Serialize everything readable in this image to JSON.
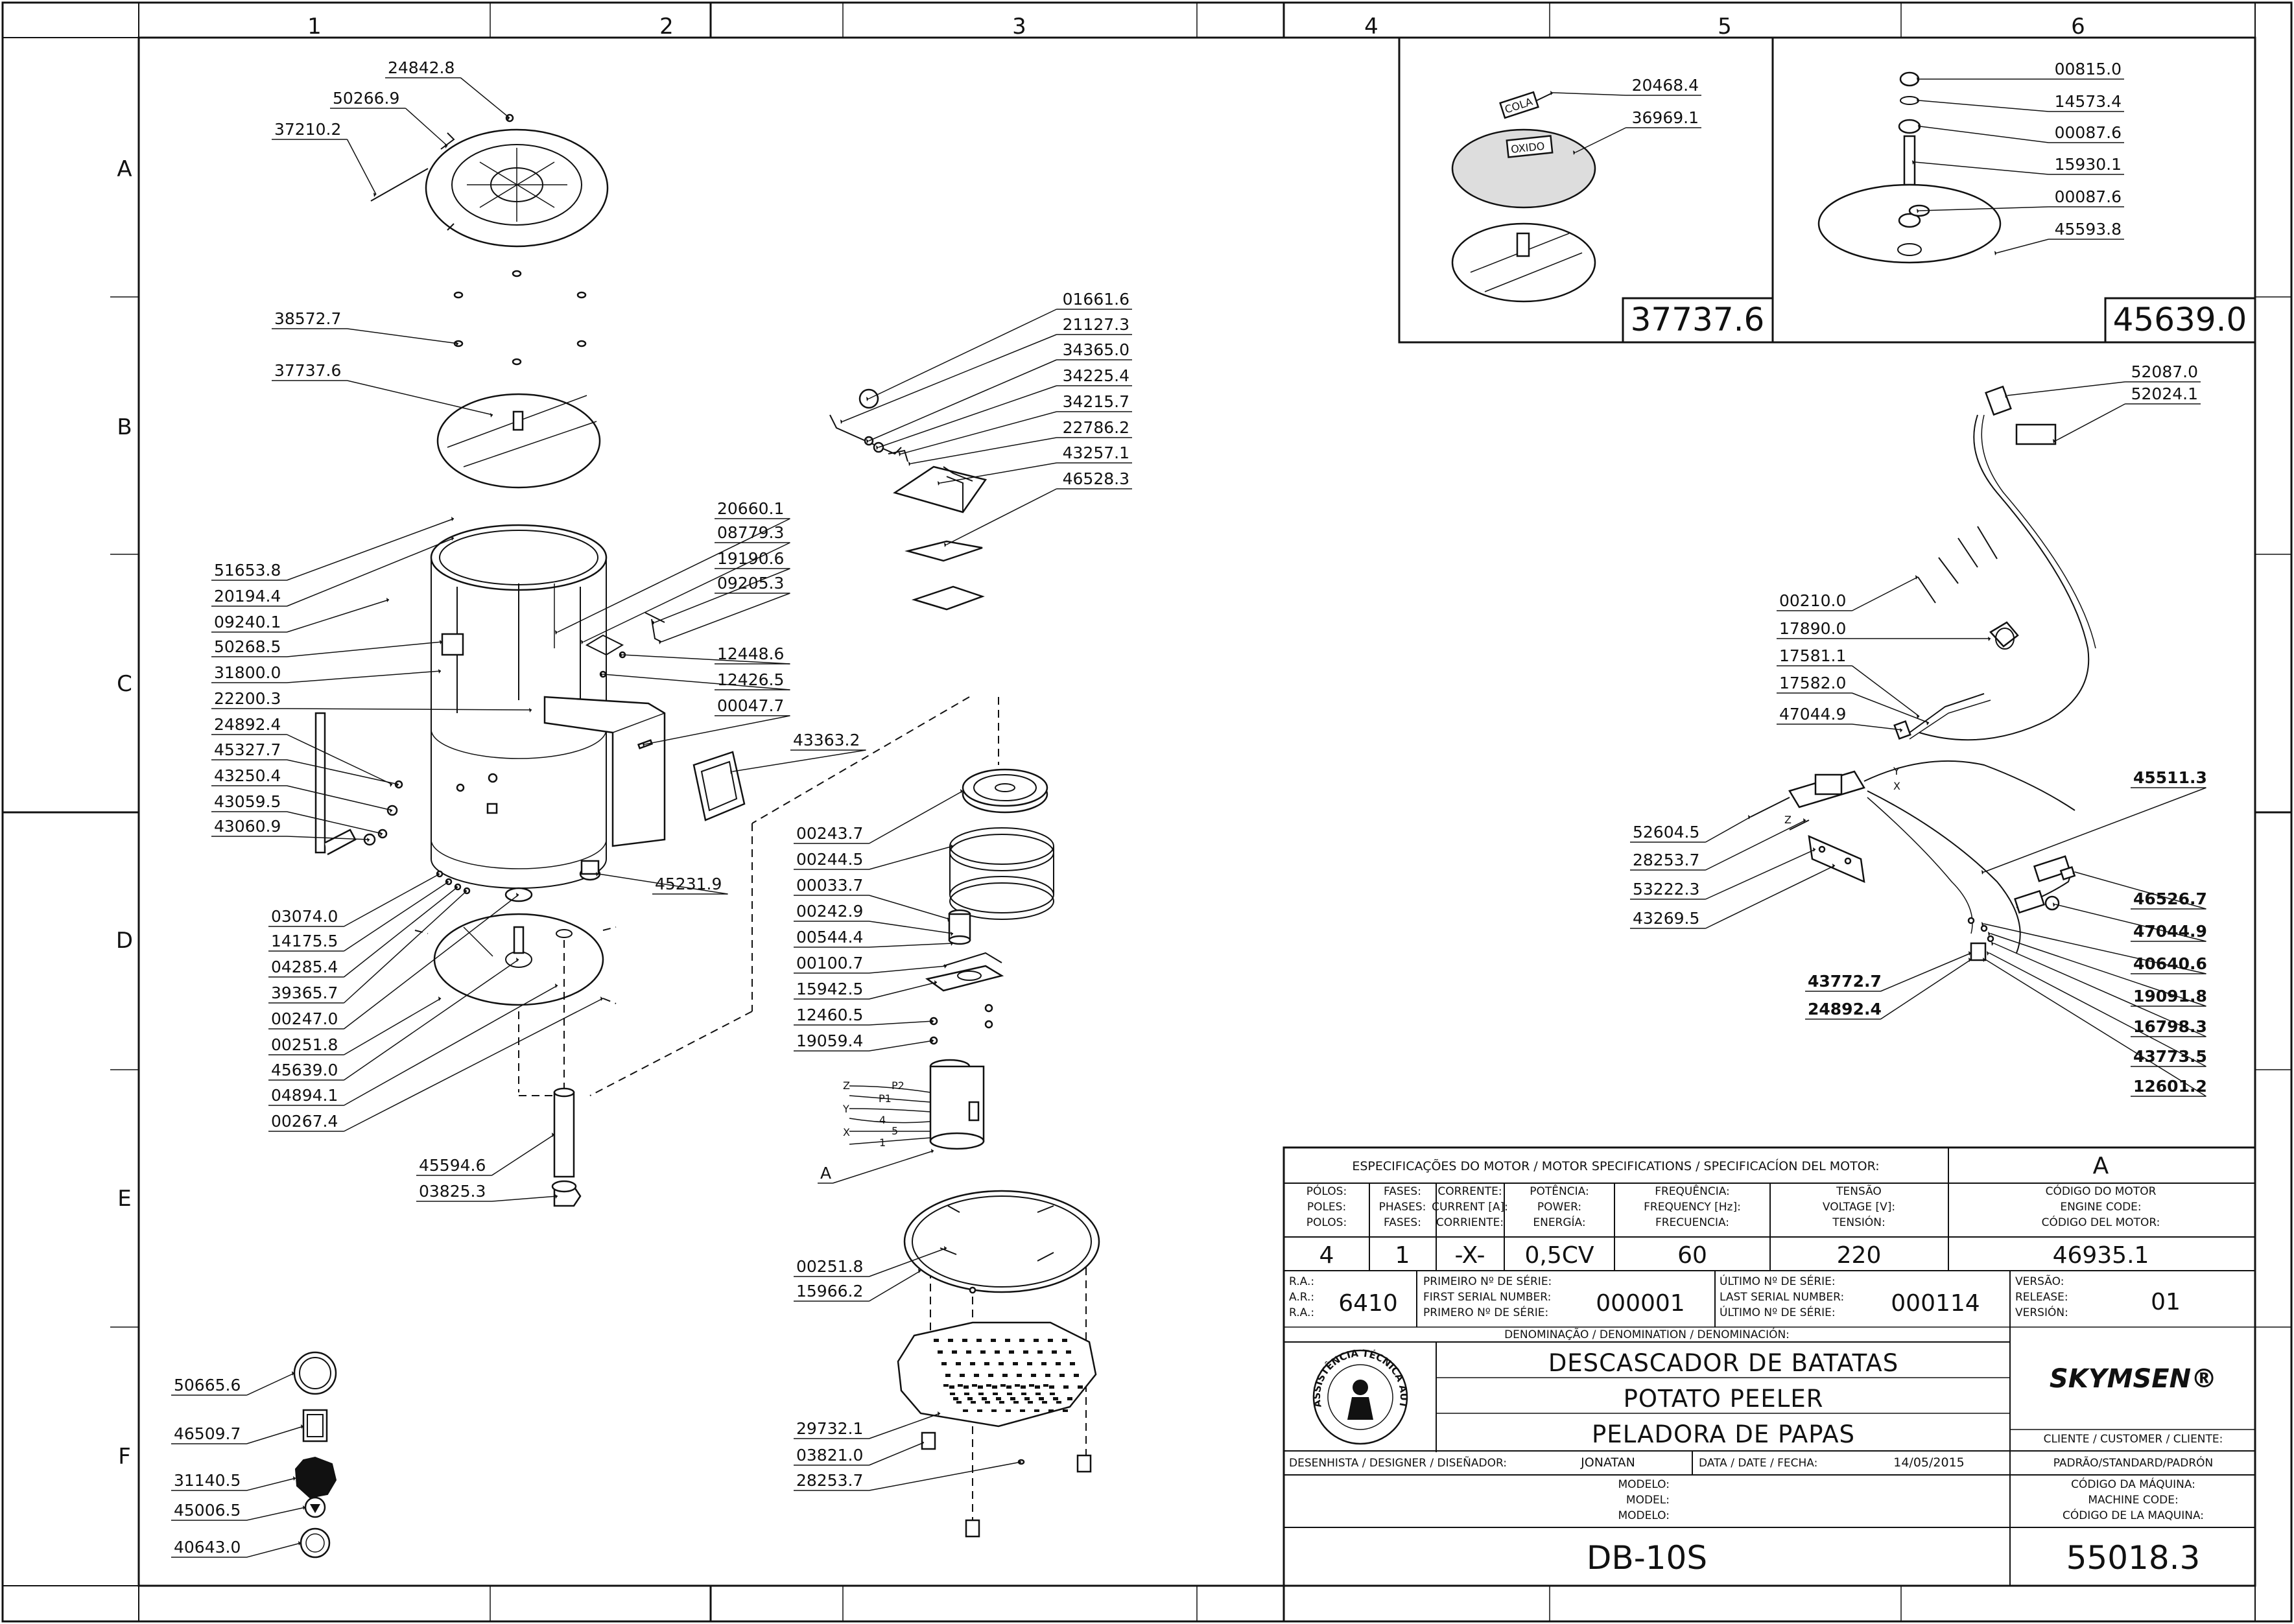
{
  "grid": {
    "columns": [
      "1",
      "2",
      "3",
      "4",
      "5",
      "6"
    ],
    "rows": [
      "A",
      "B",
      "C",
      "D",
      "E",
      "F"
    ]
  },
  "part_labels": [
    "24842.8",
    "50266.9",
    "37210.2",
    "38572.7",
    "37737.6",
    "51653.8",
    "20194.4",
    "09240.1",
    "50268.5",
    "31800.0",
    "22200.3",
    "24892.4",
    "45327.7",
    "43250.4",
    "43059.5",
    "43060.9",
    "20660.1",
    "08779.3",
    "19190.6",
    "09205.3",
    "12448.6",
    "12426.5",
    "00047.7",
    "43363.2",
    "45231.9",
    "03074.0",
    "14175.5",
    "04285.4",
    "39365.7",
    "00247.0",
    "00251.8",
    "45639.0",
    "04894.1",
    "00267.4",
    "45594.6",
    "03825.3",
    "01661.6",
    "21127.3",
    "34365.0",
    "34225.4",
    "34215.7",
    "22786.2",
    "43257.1",
    "46528.3",
    "00243.7",
    "00244.5",
    "00033.7",
    "00242.9",
    "00544.4",
    "00100.7",
    "15942.5",
    "12460.5",
    "19059.4",
    "A",
    "00251.8",
    "15966.2",
    "29732.1",
    "03821.0",
    "28253.7",
    "50665.6",
    "46509.7",
    "31140.5",
    "45006.5",
    "40643.0",
    "20468.4",
    "36969.1",
    "00815.0",
    "14573.4",
    "00087.6",
    "15930.1",
    "00087.6",
    "45593.8",
    "52087.0",
    "52024.1",
    "00210.0",
    "17890.0",
    "17581.1",
    "17582.0",
    "47044.9",
    "52604.5",
    "28253.7",
    "53222.3",
    "43269.5",
    "45511.3",
    "46526.7",
    "47044.9",
    "40640.6",
    "19091.8",
    "16798.3",
    "43773.5",
    "12601.2",
    "43772.7",
    "24892.4"
  ],
  "detail_boxes": {
    "left_id": "37737.6",
    "right_id": "45639.0",
    "tags": [
      "COLA",
      "OXIDO"
    ]
  },
  "motor_wiring_letters": [
    "Z",
    "P2",
    "P1",
    "Y",
    "4",
    "5",
    "X",
    "1"
  ],
  "box_wiring_letters": [
    "Y",
    "X",
    "Z"
  ],
  "title_block": {
    "motor_spec_header": "ESPECIFICAÇÕES DO MOTOR / MOTOR SPECIFICATIONS / SPECIFICACÍON DEL MOTOR:",
    "motor_spec_letter": "A",
    "columns": [
      {
        "label": [
          "PÓLOS:",
          "POLES:",
          "POLOS:"
        ],
        "value": "4"
      },
      {
        "label": [
          "FASES:",
          "PHASES:",
          "FASES:"
        ],
        "value": "1"
      },
      {
        "label": [
          "CORRENTE:",
          "CURRENT [A]:",
          "CORRIENTE:"
        ],
        "value": "-X-"
      },
      {
        "label": [
          "POTÊNCIA:",
          "POWER:",
          "ENERGÍA:"
        ],
        "value": "0,5CV"
      },
      {
        "label": [
          "FREQUÊNCIA:",
          "FREQUENCY [Hz]:",
          "FRECUENCIA:"
        ],
        "value": "60"
      },
      {
        "label": [
          "TENSÃO",
          "VOLTAGE [V]:",
          "TENSIÓN:"
        ],
        "value": "220"
      },
      {
        "label": [
          "CÓDIGO DO MOTOR",
          "ENGINE CODE:",
          "CÓDIGO DEL MOTOR:"
        ],
        "value": "46935.1"
      }
    ],
    "ra_label": [
      "R.A.:",
      "A.R.:",
      "R.A.:"
    ],
    "ra_value": "6410",
    "first_serial_label": [
      "PRIMEIRO Nº DE SÉRIE:",
      "FIRST SERIAL NUMBER:",
      "PRIMERO Nº DE SÉRIE:"
    ],
    "first_serial": "000001",
    "last_serial_label": [
      "ÚLTIMO Nº DE SÉRIE:",
      "LAST SERIAL NUMBER:",
      "ÚLTIMO Nº DE SÉRIE:"
    ],
    "last_serial": "000114",
    "version_label": [
      "VERSÃO:",
      "RELEASE:",
      "VERSIÓN:"
    ],
    "version": "01",
    "denomination_label": "DENOMINAÇÃO / DENOMINATION / DENOMINACIÓN:",
    "names": [
      "DESCASCADOR DE BATATAS",
      "POTATO PEELER",
      "PELADORA DE PAPAS"
    ],
    "seal_text": "ASSISTÊNCIA TÉCNICA AUTORIZADA",
    "brand": "SKYMSEN®",
    "client_label": "CLIENTE / CUSTOMER / CLIENTE:",
    "client_value": "PADRÃO/STANDARD/PADRÓN",
    "designer_label": "DESENHISTA / DESIGNER / DISEÑADOR:",
    "designer": "JONATAN",
    "date_label": "DATA / DATE / FECHA:",
    "date": "14/05/2015",
    "model_label": [
      "MODELO:",
      "MODEL:",
      "MODELO:"
    ],
    "machine_code_label": [
      "CÓDIGO DA MÁQUINA:",
      "MACHINE CODE:",
      "CÓDIGO DE LA MAQUINA:"
    ],
    "model": "DB-10S",
    "machine_code": "55018.3"
  }
}
